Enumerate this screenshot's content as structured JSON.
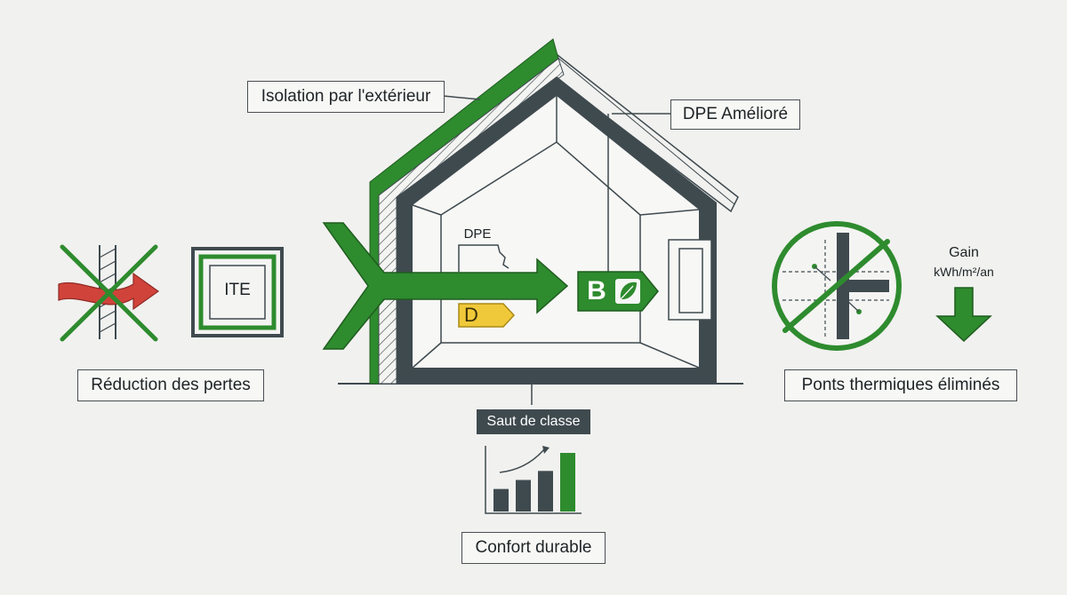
{
  "labels": {
    "isolation": "Isolation par l'extérieur",
    "dpe_improved": "DPE Amélioré",
    "reduction": "Réduction des pertes",
    "ponts": "Ponts thermiques éliminés",
    "saut": "Saut de classe",
    "confort": "Confort durable",
    "ite": "ITE",
    "dpe": "DPE",
    "class_before": "D",
    "class_after": "B",
    "gain": "Gain",
    "gain_unit": "kWh/m²/an"
  },
  "colors": {
    "green": "#2e8b2e",
    "dark": "#3f4a4f",
    "red": "#d0433a",
    "yellow": "#f0c93a",
    "background": "#f1f1ef"
  },
  "icons": [
    "crossed-wall-icon",
    "ite-frame-icon",
    "thermal-bridge-icon",
    "down-arrow-icon",
    "leaf-icon",
    "bar-chart-icon"
  ],
  "chart_data": {
    "type": "bar",
    "categories": [],
    "values": [
      1,
      1.4,
      1.8,
      2.6
    ],
    "title": "",
    "xlabel": "",
    "ylabel": ""
  }
}
